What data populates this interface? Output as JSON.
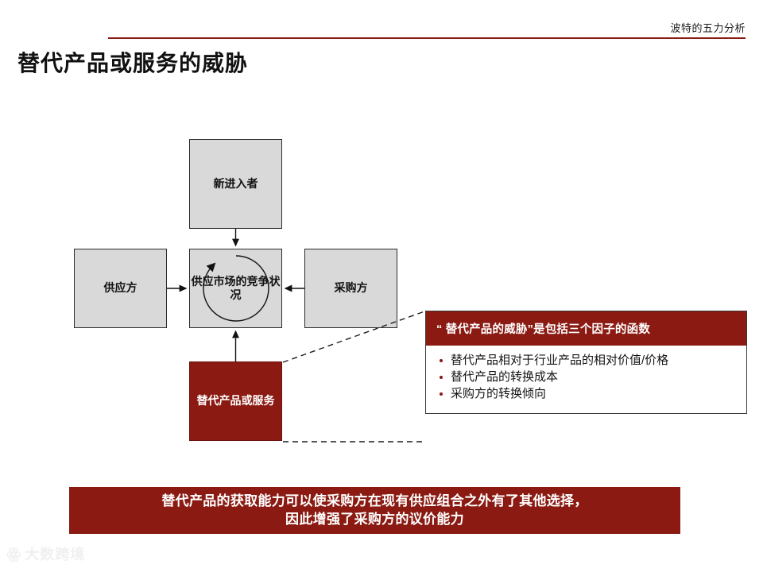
{
  "header": {
    "eyebrow": "波特的五力分析",
    "title": "替代产品或服务的威胁",
    "rule_color": "#8a1a12"
  },
  "diagram": {
    "boxes": {
      "new_entrants": "新进入者",
      "suppliers": "供应方",
      "rivalry": "供应市场的竞争状况",
      "buyers": "采购方",
      "substitutes": "替代产品或服务"
    },
    "box_fill": "#d9d9d9",
    "accent_fill": "#8a1a12",
    "arrow_color": "#111111"
  },
  "callout": {
    "heading": "“ 替代产品的威胁”是包括三个因子的函数",
    "bullets": [
      "替代产品相对于行业产品的相对价值/价格",
      "替代产品的转换成本",
      "采购方的转换倾向"
    ],
    "header_bg": "#8a1a12",
    "bullet_color": "#8a1a12"
  },
  "banner": {
    "line1": "替代产品的获取能力可以使采购方在现有供应组合之外有了其他选择，",
    "line2": "因此增强了采购方的议价能力",
    "bg": "#8a1a12"
  },
  "watermark": {
    "mark": "ꙮ",
    "text": "大数跨境"
  }
}
